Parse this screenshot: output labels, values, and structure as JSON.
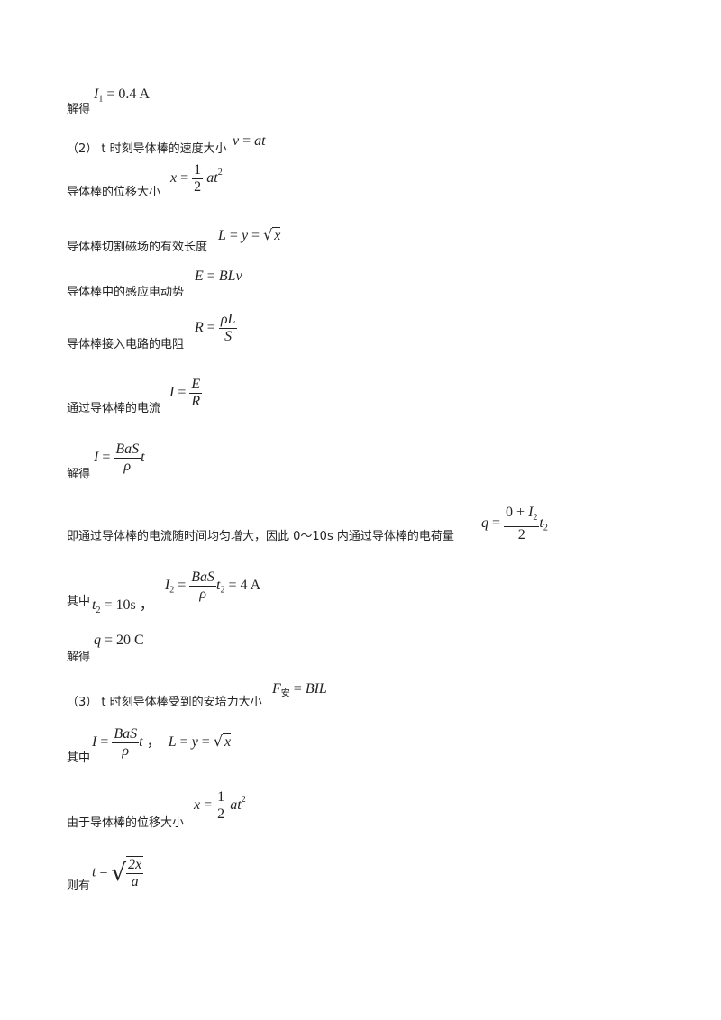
{
  "lines": [
    {
      "label": "解得",
      "eq": "I₁ = 0.4 A"
    },
    {
      "label": "（2） t 时刻导体棒的速度大小",
      "eq": "v = at"
    },
    {
      "label": "导体棒的位移大小",
      "eq": "x = ½at²"
    },
    {
      "label": "导体棒切割磁场的有效长度",
      "eq": "L = y = √x"
    },
    {
      "label": "导体棒中的感应电动势",
      "eq": "E = BLv"
    },
    {
      "label": "导体棒接入电路的电阻",
      "eq": "R = ρL/S"
    },
    {
      "label": "通过导体棒的电流",
      "eq": "I = E/R"
    },
    {
      "label": "解得",
      "eq": "I = BaS t/ρ"
    },
    {
      "label": "即通过导体棒的电流随时间均匀增大，因此 0～10s 内通过导体棒的电荷量",
      "eq": "q = (0+I₂)/2 · t₂"
    },
    {
      "label": "其中",
      "eq": "t₂ = 10s ， I₂ = BaS t₂/ρ = 4 A"
    },
    {
      "label": "解得",
      "eq": "q = 20 C"
    },
    {
      "label": "（3） t 时刻导体棒受到的安培力大小",
      "eq": "F安 = BIL"
    },
    {
      "label": "其中",
      "eq": "I = BaS t/ρ ， L = y = √x"
    },
    {
      "label": "由于导体棒的位移大小",
      "eq": "x = ½at²"
    },
    {
      "label": "则有",
      "eq": "t = √(2x/a)"
    }
  ]
}
